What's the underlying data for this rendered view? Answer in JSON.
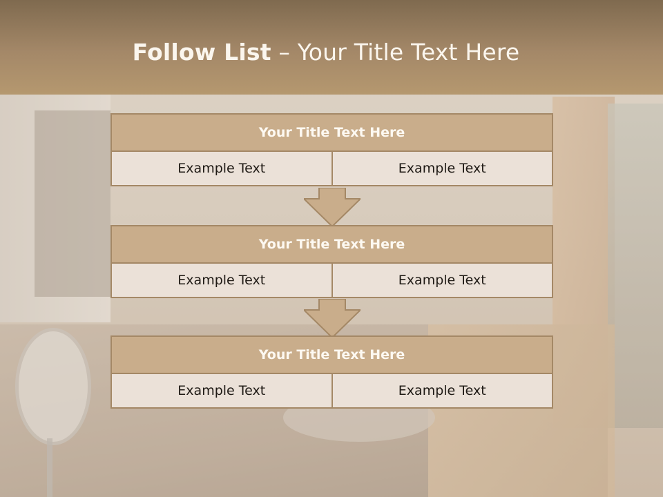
{
  "slide": {
    "title_bold": "Follow List",
    "title_rest": " – Your Title Text Here"
  },
  "blocks": [
    {
      "title": "Your Title Text Here",
      "left": "Example Text",
      "right": "Example Text"
    },
    {
      "title": "Your Title Text Here",
      "left": "Example Text",
      "right": "Example Text"
    },
    {
      "title": "Your Title Text Here",
      "left": "Example Text",
      "right": "Example Text"
    }
  ],
  "colors": {
    "header": "#a48868",
    "block_head": "#c9ad8b",
    "block_cell": "#ebe1d8",
    "border": "#a48866"
  }
}
